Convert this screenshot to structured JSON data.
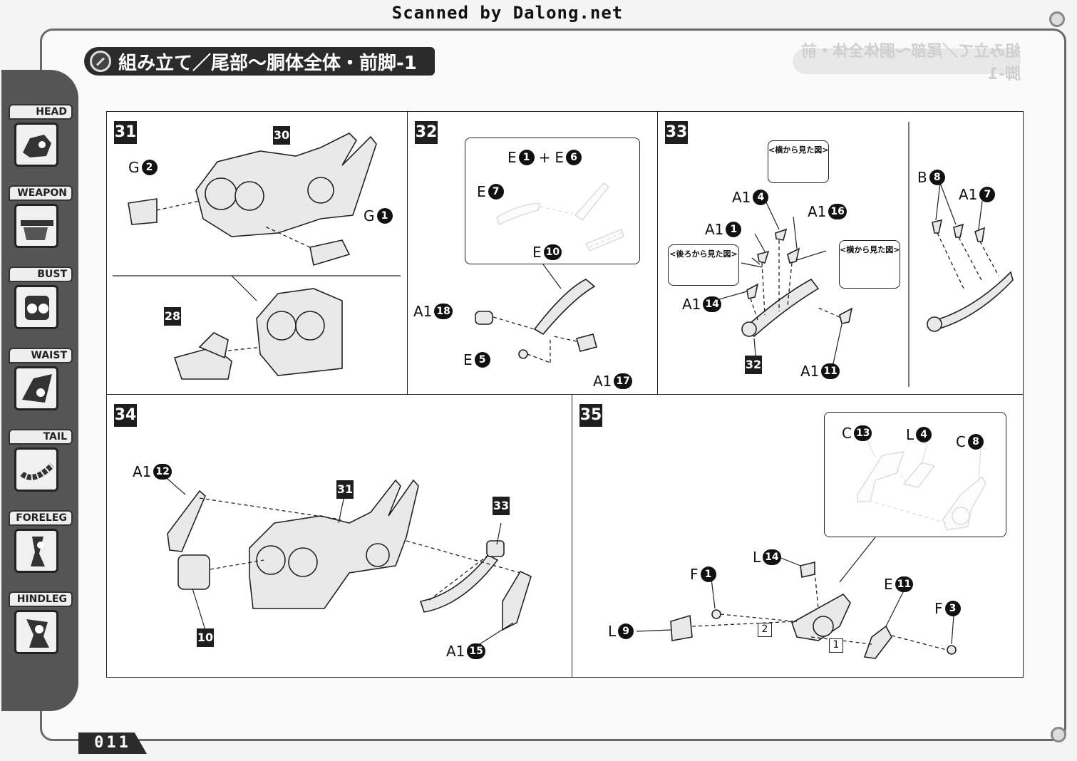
{
  "scan_credit": "Scanned by Dalong.net",
  "title": "組み立て／尾部～胴体全体・前脚-1",
  "page_number": "011",
  "sidebar": {
    "tabs": [
      {
        "label": "HEAD"
      },
      {
        "label": "WEAPON"
      },
      {
        "label": "BUST"
      },
      {
        "label": "WAIST"
      },
      {
        "label": "TAIL"
      },
      {
        "label": "FORELEG"
      },
      {
        "label": "HINDLEG"
      }
    ]
  },
  "steps": {
    "s31": {
      "number": "31",
      "refs": [
        "30",
        "28"
      ],
      "parts": [
        {
          "letter": "G",
          "num": "2"
        },
        {
          "letter": "G",
          "num": "1"
        }
      ]
    },
    "s32": {
      "number": "32",
      "parts": [
        {
          "letter": "E",
          "num": "1"
        },
        {
          "letter": "E",
          "num": "6"
        },
        {
          "letter": "E",
          "num": "7"
        },
        {
          "letter": "E",
          "num": "10"
        },
        {
          "letter": "A1",
          "num": "18"
        },
        {
          "letter": "E",
          "num": "5"
        },
        {
          "letter": "A1",
          "num": "17"
        }
      ],
      "plus": "+"
    },
    "s33": {
      "number": "33",
      "callout_side": "<横から見た図>",
      "callout_back": "<後ろから見た図>",
      "ref": "32",
      "parts": [
        {
          "letter": "A1",
          "num": "4"
        },
        {
          "letter": "A1",
          "num": "16"
        },
        {
          "letter": "A1",
          "num": "1"
        },
        {
          "letter": "A1",
          "num": "14"
        },
        {
          "letter": "A1",
          "num": "11"
        },
        {
          "letter": "B",
          "num": "8"
        },
        {
          "letter": "A1",
          "num": "7"
        }
      ]
    },
    "s34": {
      "number": "34",
      "refs": [
        "31",
        "33",
        "10"
      ],
      "parts": [
        {
          "letter": "A1",
          "num": "12"
        },
        {
          "letter": "A1",
          "num": "15"
        }
      ]
    },
    "s35": {
      "number": "35",
      "order": [
        "2",
        "1"
      ],
      "parts": [
        {
          "letter": "C",
          "num": "13"
        },
        {
          "letter": "L",
          "num": "4"
        },
        {
          "letter": "C",
          "num": "8"
        },
        {
          "letter": "L",
          "num": "14"
        },
        {
          "letter": "F",
          "num": "1"
        },
        {
          "letter": "E",
          "num": "11"
        },
        {
          "letter": "F",
          "num": "3"
        },
        {
          "letter": "L",
          "num": "9"
        }
      ]
    }
  }
}
